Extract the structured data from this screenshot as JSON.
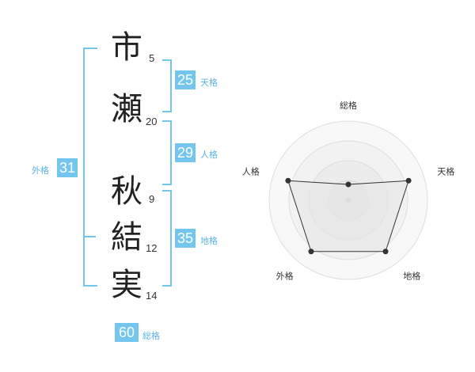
{
  "name": {
    "characters": [
      {
        "char": "市",
        "strokes": "5"
      },
      {
        "char": "瀬",
        "strokes": "20"
      },
      {
        "char": "秋",
        "strokes": "9"
      },
      {
        "char": "結",
        "strokes": "12"
      },
      {
        "char": "実",
        "strokes": "14"
      }
    ]
  },
  "fortunes": {
    "tenkaku": {
      "value": "25",
      "label": "天格"
    },
    "jinkaku": {
      "value": "29",
      "label": "人格"
    },
    "chikaku": {
      "value": "35",
      "label": "地格"
    },
    "gaikaku": {
      "value": "31",
      "label": "外格"
    },
    "soukaku": {
      "value": "60",
      "label": "総格"
    }
  },
  "colors": {
    "accent": "#74c6ee",
    "accent_text": "#5ab4e4",
    "radar_fill": "#ececec"
  },
  "chart_data": {
    "type": "radar",
    "axes": [
      "総格",
      "天格",
      "地格",
      "外格",
      "人格"
    ],
    "values": [
      1,
      4,
      4,
      4,
      4
    ],
    "max": 5,
    "rings": 4
  }
}
